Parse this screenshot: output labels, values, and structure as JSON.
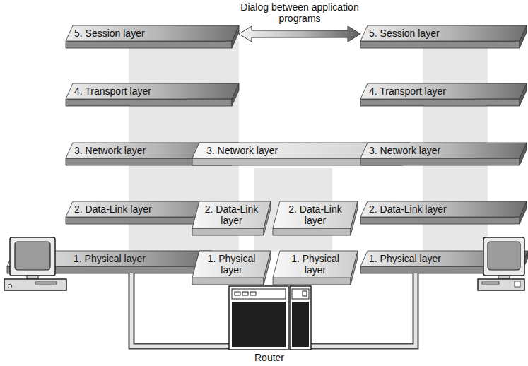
{
  "diagram": {
    "nodes": [
      {
        "text": [
          "5. Session layer"
        ]
      },
      {
        "text": [
          "5. Session layer"
        ]
      },
      {
        "text": [
          "4. Transport layer"
        ]
      },
      {
        "text": [
          "4. Transport layer"
        ]
      },
      {
        "text": [
          "3. Network layer"
        ]
      },
      {
        "text": [
          "3. Network layer"
        ]
      },
      {
        "text": [
          "3. Network layer"
        ]
      },
      {
        "text": [
          "2. Data-Link layer"
        ]
      },
      {
        "text": [
          "2. Data-Link layer"
        ]
      },
      {
        "text": [
          "2. Data-Link layer"
        ]
      },
      {
        "text": [
          "2. Data-Link layer"
        ]
      },
      {
        "text": [
          "1. Physical layer"
        ]
      },
      {
        "text": [
          "1. Physical layer"
        ]
      },
      {
        "text": [
          "1. Physical layer"
        ]
      },
      {
        "text": [
          "1. Physical layer"
        ]
      }
    ],
    "edges": [
      {
        "from": 0,
        "to": 1,
        "arrow": "both",
        "label": "Dialog between application programs"
      }
    ],
    "labels": [
      "Router"
    ]
  }
}
